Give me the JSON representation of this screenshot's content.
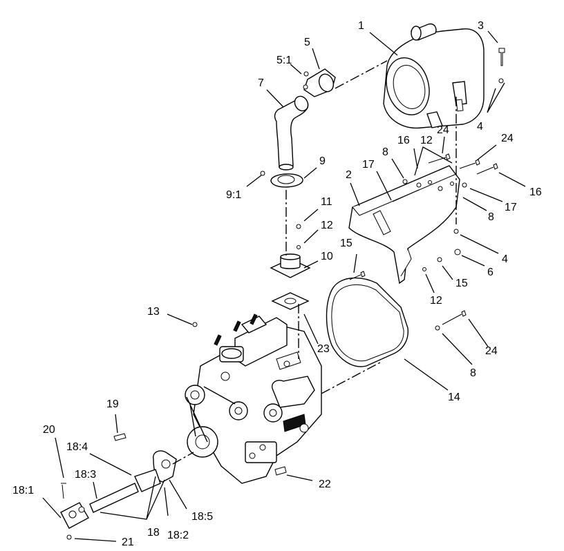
{
  "labels": {
    "l1": "1",
    "l2": "2",
    "l3": "3",
    "l4a": "4",
    "l4b": "4",
    "l5": "5",
    "l5_1": "5:1",
    "l6": "6",
    "l7": "7",
    "l8a": "8",
    "l8b": "8",
    "l8c": "8",
    "l9": "9",
    "l9_1": "9:1",
    "l10": "10",
    "l11": "11",
    "l12a": "12",
    "l12b": "12",
    "l12c": "12",
    "l13": "13",
    "l14": "14",
    "l15a": "15",
    "l15b": "15",
    "l16a": "16",
    "l16b": "16",
    "l17a": "17",
    "l17b": "17",
    "l18": "18",
    "l18_1": "18:1",
    "l18_2": "18:2",
    "l18_3": "18:3",
    "l18_4": "18:4",
    "l18_5": "18:5",
    "l19": "19",
    "l20": "20",
    "l21": "21",
    "l22": "22",
    "l23": "23",
    "l24a": "24",
    "l24b": "24",
    "l24c": "24"
  }
}
